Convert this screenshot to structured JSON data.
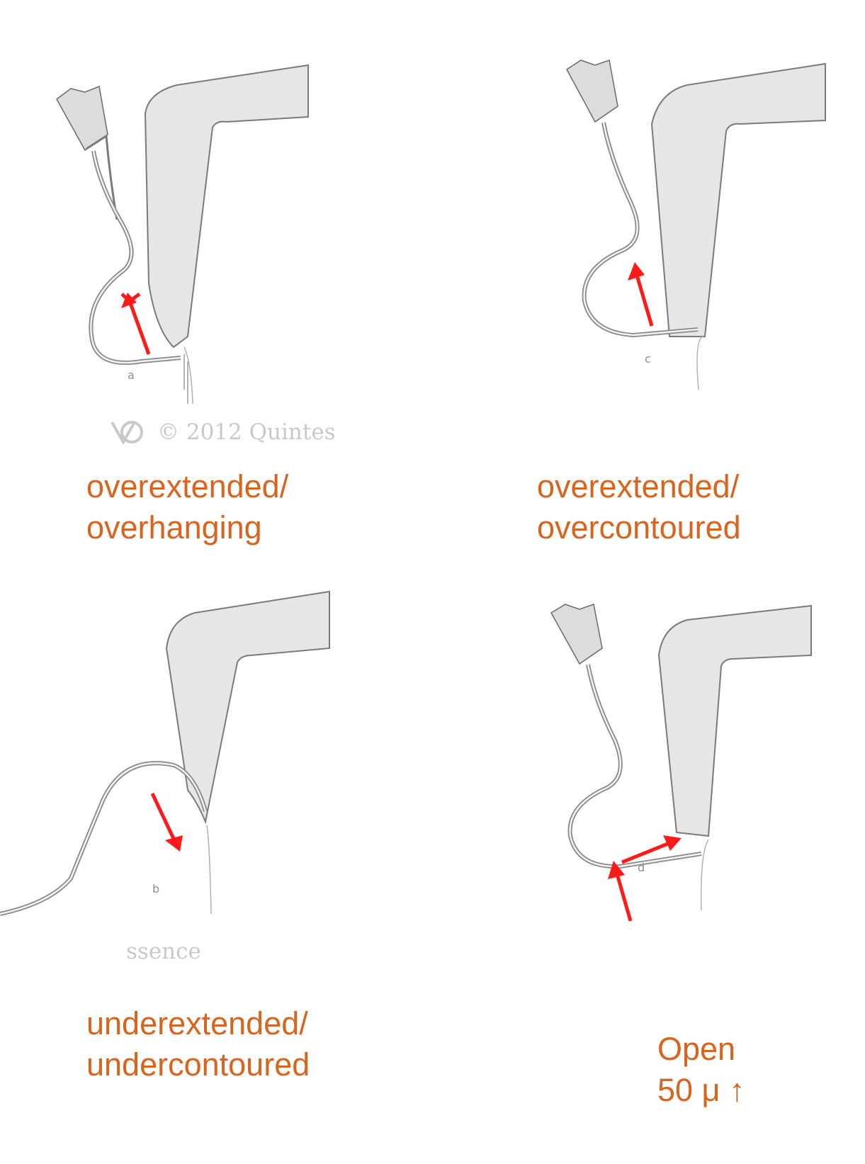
{
  "panels": [
    {
      "id": "a",
      "letter": "a",
      "caption_line1": "overextended/",
      "caption_line2": "overhanging"
    },
    {
      "id": "c",
      "letter": "c",
      "caption_line1": "overextended/",
      "caption_line2": "overcontoured"
    },
    {
      "id": "b",
      "letter": "b",
      "caption_line1": "underextended/",
      "caption_line2": "undercontoured"
    },
    {
      "id": "d",
      "letter": "d",
      "caption_line1": "Open",
      "caption_line2": "50 μ ↑"
    }
  ],
  "watermark": {
    "top_text": "© 2012 Quintes",
    "bottom_text": "ssence"
  },
  "colors": {
    "caption": "#d9641e",
    "arrow": "#ff1a1a",
    "tooth_fill": "#e6e6e6",
    "outline": "#7a7a7a"
  }
}
